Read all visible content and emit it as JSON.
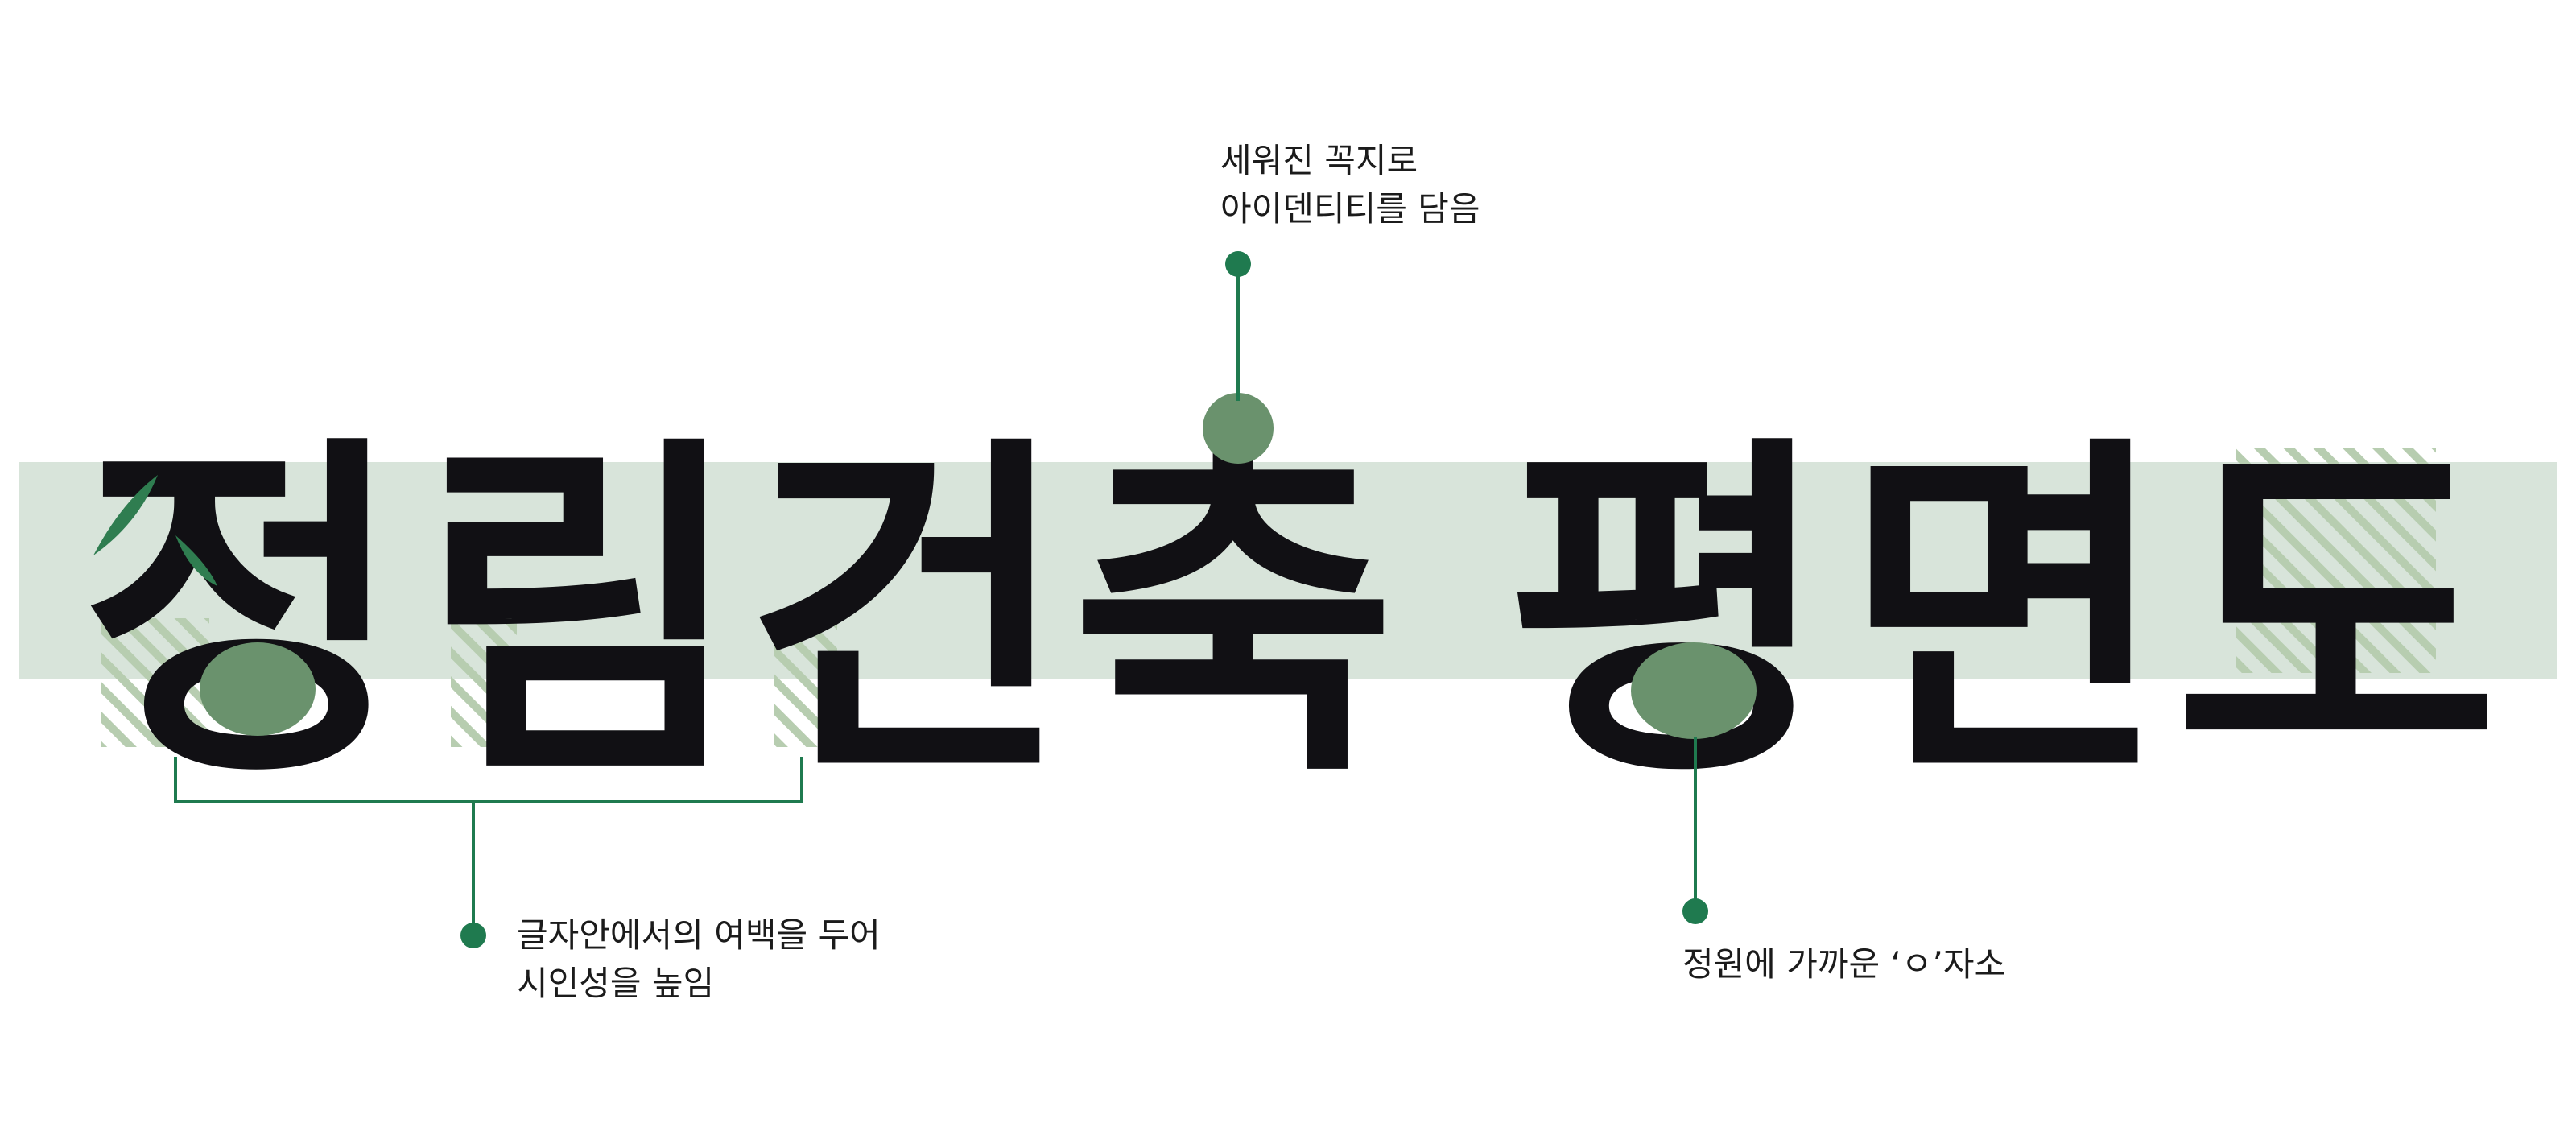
{
  "wordmark": {
    "characters": [
      "정",
      "림",
      "건",
      "축",
      "평",
      "면",
      "도"
    ]
  },
  "annotations": {
    "top": {
      "lines": [
        "세워진 꼭지로",
        "아이덴티티를 담음"
      ]
    },
    "bottom_left": {
      "lines": [
        "글자안에서의 여백을 두어",
        "시인성을 높임"
      ]
    },
    "bottom_right": {
      "lines": [
        "정원에 가까운 ‘ㅇ’자소"
      ]
    }
  },
  "colors": {
    "band": "#d8e4da",
    "accent": "#1f7a4f",
    "circle_fill": "#6a926d",
    "hatch": "#b7cdb0",
    "glyph": "#111014"
  }
}
